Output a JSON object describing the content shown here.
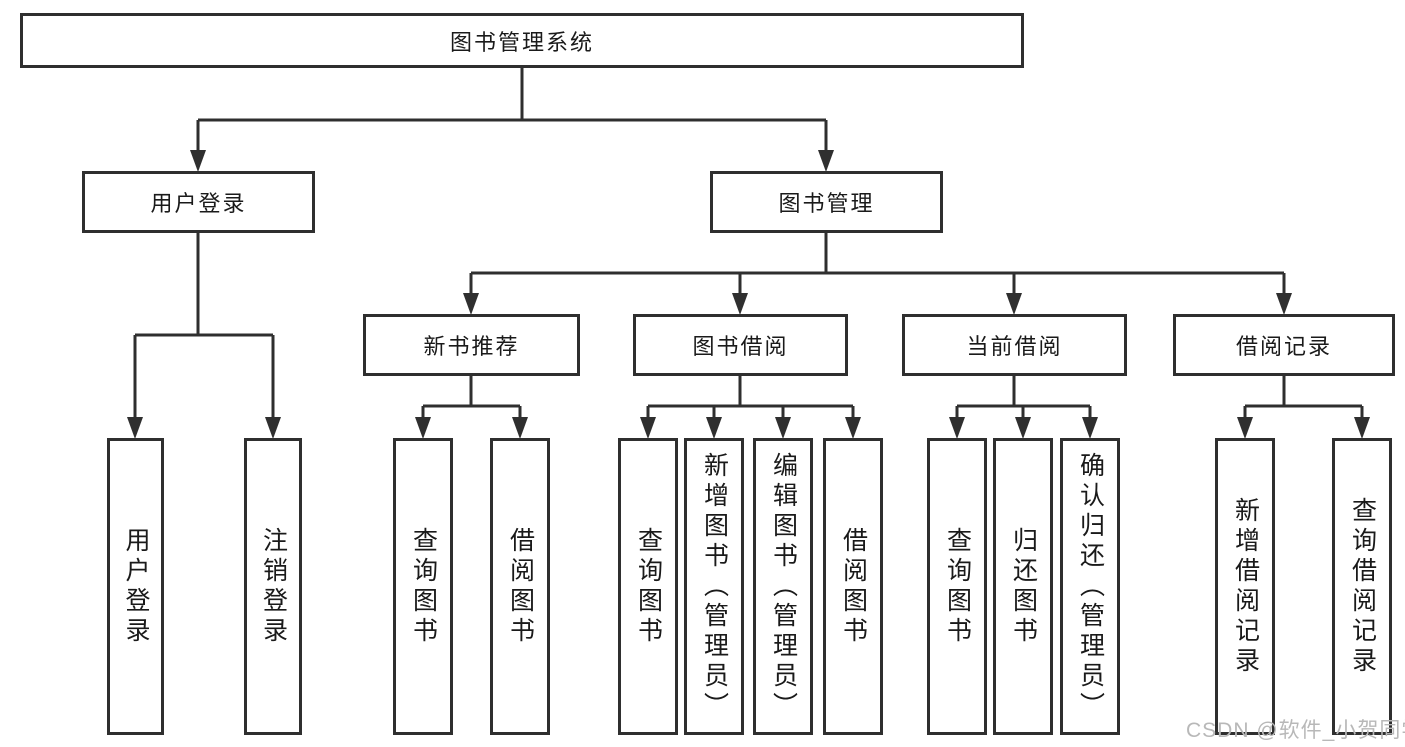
{
  "colors": {
    "background": "#ffffff",
    "line": "#2f2f2f",
    "box_border": "#2f2f2f",
    "text": "#1a1a1a",
    "watermark": "#b8b8b8"
  },
  "root": {
    "label": "图书管理系统"
  },
  "branches": [
    {
      "label": "用户登录",
      "children": [
        {
          "label": "用户登录"
        },
        {
          "label": "注销登录"
        }
      ]
    },
    {
      "label": "图书管理",
      "sections": [
        {
          "label": "新书推荐",
          "children": [
            {
              "label": "查询图书"
            },
            {
              "label": "借阅图书"
            }
          ]
        },
        {
          "label": "图书借阅",
          "children": [
            {
              "label": "查询图书"
            },
            {
              "label": "新增图书（管理员）"
            },
            {
              "label": "编辑图书（管理员）"
            },
            {
              "label": "借阅图书"
            }
          ]
        },
        {
          "label": "当前借阅",
          "children": [
            {
              "label": "查询图书"
            },
            {
              "label": "归还图书"
            },
            {
              "label": "确认归还（管理员）"
            }
          ]
        },
        {
          "label": "借阅记录",
          "children": [
            {
              "label": "新增借阅记录"
            },
            {
              "label": "查询借阅记录"
            }
          ]
        }
      ]
    }
  ],
  "watermark": "CSDN @软件_小贺同学"
}
